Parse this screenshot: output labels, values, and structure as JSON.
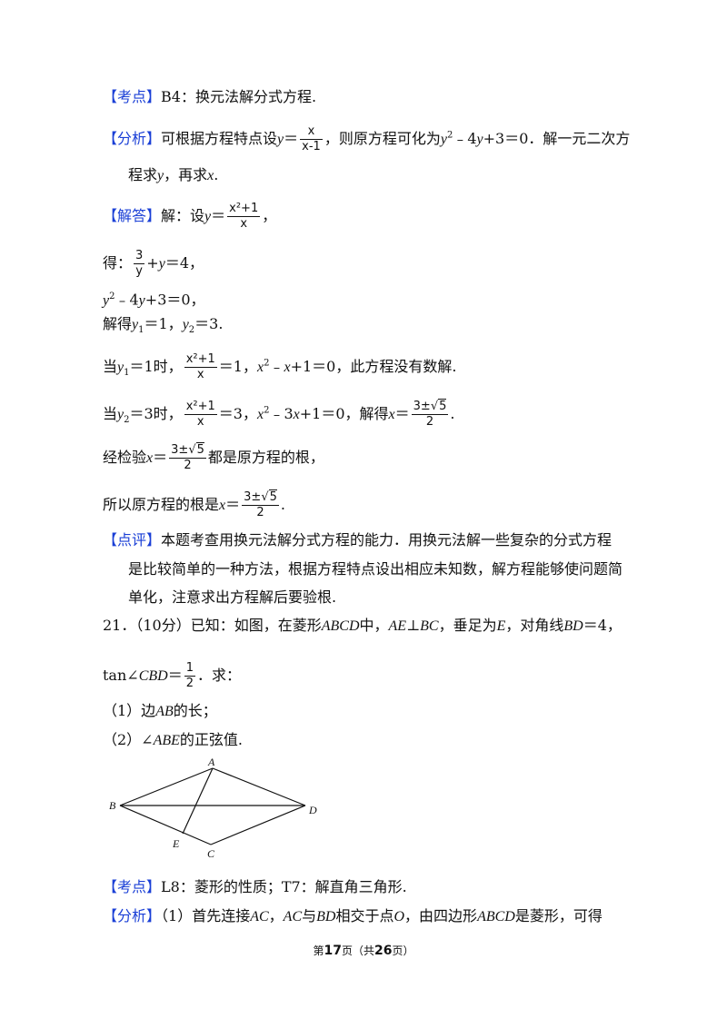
{
  "l1": {
    "tag": "【考点】",
    "text": "B4：换元法解分式方程."
  },
  "l2": {
    "tag": "【分析】",
    "t1": "可根据方程特点设",
    "t2": "，则原方程可化为",
    "t3": "﹣4",
    "t4": "+3＝0．解一元二次方",
    "num": "x",
    "den": "x-1"
  },
  "l3": {
    "t1": "程求",
    "t2": "，再求",
    "t3": "."
  },
  "l4": {
    "tag": "【解答】",
    "t1": "解：设",
    "t2": "，",
    "num": "x²+1",
    "den": "x"
  },
  "l5": {
    "t1": "得：",
    "num": "3",
    "den": "y",
    "t2": "+",
    "t3": "＝4，"
  },
  "l6": {
    "t1": "﹣4",
    "t2": "+3＝0，"
  },
  "l7": {
    "t1": "解得",
    "t2": "＝1，",
    "t3": "＝3."
  },
  "l8": {
    "t1": "当",
    "t2": "＝1时，",
    "num": "x²+1",
    "den": "x",
    "t3": "＝1，",
    "t4": "﹣",
    "t5": "+1＝0，此方程没有数解."
  },
  "l9": {
    "t1": "当",
    "t2": "＝3时，",
    "num": "x²+1",
    "den": "x",
    "t3": "＝3，",
    "t4": "﹣3",
    "t5": "+1＝0，解得",
    "t6": "＝",
    "rnum_a": "3±",
    "rnum_b": "5",
    "rden": "2",
    "t7": "."
  },
  "l10": {
    "t1": "经检验",
    "t2": "＝",
    "rnum_a": "3±",
    "rnum_b": "5",
    "rden": "2",
    "t3": "都是原方程的根，"
  },
  "l11": {
    "t1": "所以原方程的根是",
    "t2": "＝",
    "rnum_a": "3±",
    "rnum_b": "5",
    "rden": "2",
    "t3": "."
  },
  "l12": {
    "tag": "【点评】",
    "text": "本题考查用换元法解分式方程的能力．用换元法解一些复杂的分式方程"
  },
  "l13": {
    "text": "是比较简单的一种方法，根据方程特点设出相应未知数，解方程能够使问题简"
  },
  "l14": {
    "text": "单化，注意求出方程解后要验根."
  },
  "l15": {
    "t1": "21．（10分）已知：如图，在菱形",
    "t2": "中，",
    "t3": "⊥",
    "t4": "，垂足为",
    "t5": "，对角线",
    "t6": "＝4，"
  },
  "l16": {
    "t1": "tan∠",
    "t2": "＝",
    "num": "1",
    "den": "2",
    "t3": "．求："
  },
  "l17": {
    "t1": "（1）边",
    "t2": "的长；"
  },
  "l18": {
    "t1": "（2）∠",
    "t2": "的正弦值."
  },
  "fig": {
    "A": "A",
    "B": "B",
    "C": "C",
    "D": "D",
    "E": "E"
  },
  "l19": {
    "tag": "【考点】",
    "text": "L8：菱形的性质；T7：解直角三角形."
  },
  "l20": {
    "tag": "【分析】",
    "t1": "（1）首先连接",
    "t2": "，",
    "t3": "与",
    "t4": "相交于点",
    "t5": "，由四边形",
    "t6": "是菱形，可得"
  },
  "vars": {
    "y": "y",
    "x": "x",
    "y1": "y",
    "s1": "1",
    "s2": "2",
    "sq": "2",
    "ABCD": "ABCD",
    "AE": "AE",
    "BC": "BC",
    "E": "E",
    "BD": "BD",
    "CBD": "CBD",
    "AB": "AB",
    "ABE": "ABE",
    "AC": "AC",
    "O": "O"
  },
  "footer": {
    "a": "第",
    "page": "17",
    "b": "页（共",
    "total": "26",
    "c": "页）"
  }
}
